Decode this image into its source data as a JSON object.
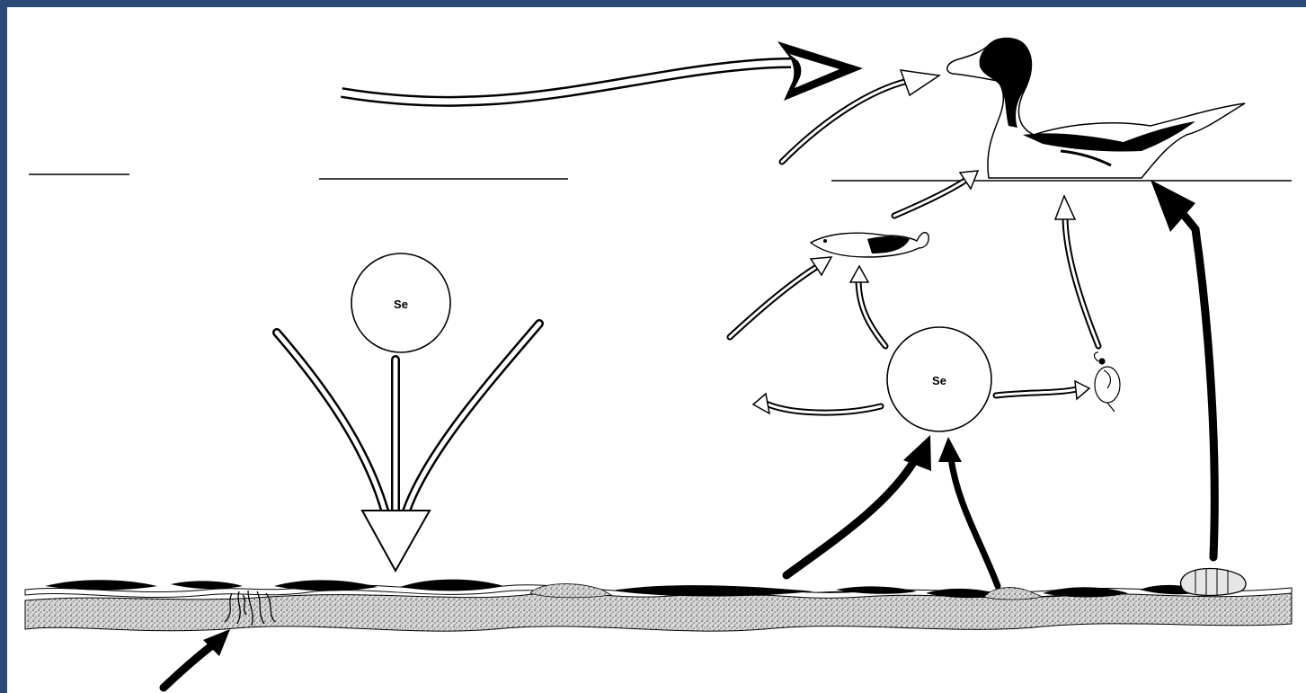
{
  "diagram": {
    "nodes": [
      {
        "id": "se-water-left",
        "label": "Se"
      },
      {
        "id": "se-water-right",
        "label": "Se"
      }
    ],
    "organisms": [
      "duck-icon",
      "fish-icon",
      "invertebrate-icon",
      "larva-icon",
      "worms-icon"
    ],
    "colors": {
      "background_border": "#2c4a78",
      "ink": "#000000",
      "paper": "#ffffff",
      "sediment_fill": "#bdbdbd"
    }
  }
}
